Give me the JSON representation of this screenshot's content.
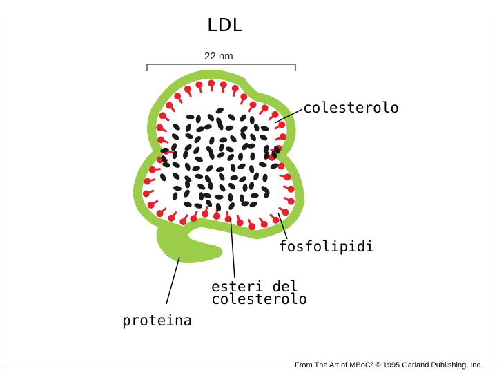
{
  "title": "LDL",
  "scale_label": "22 nm",
  "labels": {
    "colesterolo": "colesterolo",
    "fosfolipidi": "fosfolipidi",
    "esteri_line1": "esteri del",
    "esteri_line2": "colesterolo",
    "proteina": "proteina"
  },
  "credit": "From The Art of MBoC² © 1995 Garland Publishing, Inc.",
  "colors": {
    "membrane": "#9ccd4a",
    "phospholipid_head": "#e8202a",
    "cholesterol_ester": "#1a1a1a",
    "outline": "#000000"
  }
}
